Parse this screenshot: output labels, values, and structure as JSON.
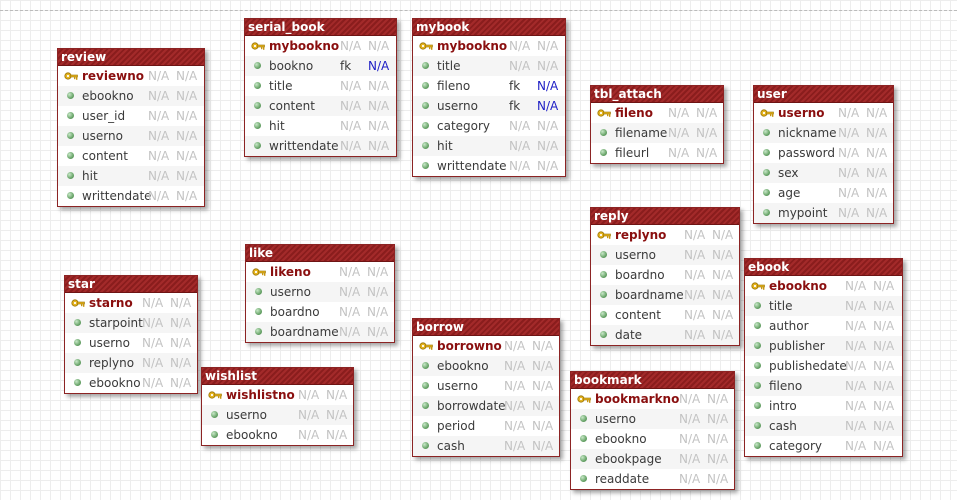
{
  "tables": [
    {
      "id": "review",
      "name": "review",
      "columns": [
        {
          "name": "reviewno",
          "pk": true,
          "type": "N/A",
          "null": "N/A"
        },
        {
          "name": "ebookno",
          "type": "N/A",
          "null": "N/A"
        },
        {
          "name": "user_id",
          "type": "N/A",
          "null": "N/A"
        },
        {
          "name": "userno",
          "type": "N/A",
          "null": "N/A"
        },
        {
          "name": "content",
          "type": "N/A",
          "null": "N/A"
        },
        {
          "name": "hit",
          "type": "N/A",
          "null": "N/A"
        },
        {
          "name": "writtendate",
          "type": "N/A",
          "null": "N/A"
        }
      ]
    },
    {
      "id": "serial_book",
      "name": "serial_book",
      "columns": [
        {
          "name": "mybookno",
          "pk": true,
          "type": "N/A",
          "null": "N/A"
        },
        {
          "name": "bookno",
          "type": "fk",
          "null": "N/A",
          "null_blue": true
        },
        {
          "name": "title",
          "type": "N/A",
          "null": "N/A"
        },
        {
          "name": "content",
          "type": "N/A",
          "null": "N/A"
        },
        {
          "name": "hit",
          "type": "N/A",
          "null": "N/A"
        },
        {
          "name": "writtendate",
          "type": "N/A",
          "null": "N/A"
        }
      ]
    },
    {
      "id": "mybook",
      "name": "mybook",
      "columns": [
        {
          "name": "mybookno",
          "pk": true,
          "type": "N/A",
          "null": "N/A"
        },
        {
          "name": "title",
          "type": "N/A",
          "null": "N/A"
        },
        {
          "name": "fileno",
          "type": "fk",
          "null": "N/A",
          "null_blue": true
        },
        {
          "name": "userno",
          "type": "fk",
          "null": "N/A",
          "null_blue": true
        },
        {
          "name": "category",
          "type": "N/A",
          "null": "N/A"
        },
        {
          "name": "hit",
          "type": "N/A",
          "null": "N/A"
        },
        {
          "name": "writtendate",
          "type": "N/A",
          "null": "N/A"
        }
      ]
    },
    {
      "id": "tbl_attach",
      "name": "tbl_attach",
      "columns": [
        {
          "name": "fileno",
          "pk": true,
          "type": "N/A",
          "null": "N/A"
        },
        {
          "name": "filename",
          "type": "N/A",
          "null": "N/A"
        },
        {
          "name": "fileurl",
          "type": "N/A",
          "null": "N/A"
        }
      ]
    },
    {
      "id": "user",
      "name": "user",
      "columns": [
        {
          "name": "userno",
          "pk": true,
          "type": "N/A",
          "null": "N/A"
        },
        {
          "name": "nickname",
          "type": "N/A",
          "null": "N/A"
        },
        {
          "name": "password",
          "type": "N/A",
          "null": "N/A"
        },
        {
          "name": "sex",
          "type": "N/A",
          "null": "N/A"
        },
        {
          "name": "age",
          "type": "N/A",
          "null": "N/A"
        },
        {
          "name": "mypoint",
          "type": "N/A",
          "null": "N/A"
        }
      ]
    },
    {
      "id": "reply",
      "name": "reply",
      "columns": [
        {
          "name": "replyno",
          "pk": true,
          "type": "N/A",
          "null": "N/A"
        },
        {
          "name": "userno",
          "type": "N/A",
          "null": "N/A"
        },
        {
          "name": "boardno",
          "type": "N/A",
          "null": "N/A"
        },
        {
          "name": "boardname",
          "type": "N/A",
          "null": "N/A"
        },
        {
          "name": "content",
          "type": "N/A",
          "null": "N/A"
        },
        {
          "name": "date",
          "type": "N/A",
          "null": "N/A"
        }
      ]
    },
    {
      "id": "like",
      "name": "like",
      "columns": [
        {
          "name": "likeno",
          "pk": true,
          "type": "N/A",
          "null": "N/A"
        },
        {
          "name": "userno",
          "type": "N/A",
          "null": "N/A"
        },
        {
          "name": "boardno",
          "type": "N/A",
          "null": "N/A"
        },
        {
          "name": "boardname",
          "type": "N/A",
          "null": "N/A"
        }
      ]
    },
    {
      "id": "star",
      "name": "star",
      "columns": [
        {
          "name": "starno",
          "pk": true,
          "type": "N/A",
          "null": "N/A"
        },
        {
          "name": "starpoint",
          "type": "N/A",
          "null": "N/A"
        },
        {
          "name": "userno",
          "type": "N/A",
          "null": "N/A"
        },
        {
          "name": "replyno",
          "type": "N/A",
          "null": "N/A"
        },
        {
          "name": "ebookno",
          "type": "N/A",
          "null": "N/A"
        }
      ]
    },
    {
      "id": "ebook",
      "name": "ebook",
      "columns": [
        {
          "name": "ebookno",
          "pk": true,
          "type": "N/A",
          "null": "N/A"
        },
        {
          "name": "title",
          "type": "N/A",
          "null": "N/A"
        },
        {
          "name": "author",
          "type": "N/A",
          "null": "N/A"
        },
        {
          "name": "publisher",
          "type": "N/A",
          "null": "N/A"
        },
        {
          "name": "publishedate",
          "type": "N/A",
          "null": "N/A"
        },
        {
          "name": "fileno",
          "type": "N/A",
          "null": "N/A"
        },
        {
          "name": "intro",
          "type": "N/A",
          "null": "N/A"
        },
        {
          "name": "cash",
          "type": "N/A",
          "null": "N/A"
        },
        {
          "name": "category",
          "type": "N/A",
          "null": "N/A"
        }
      ]
    },
    {
      "id": "borrow",
      "name": "borrow",
      "columns": [
        {
          "name": "borrowno",
          "pk": true,
          "type": "N/A",
          "null": "N/A"
        },
        {
          "name": "ebookno",
          "type": "N/A",
          "null": "N/A"
        },
        {
          "name": "userno",
          "type": "N/A",
          "null": "N/A"
        },
        {
          "name": "borrowdate",
          "type": "N/A",
          "null": "N/A"
        },
        {
          "name": "period",
          "type": "N/A",
          "null": "N/A"
        },
        {
          "name": "cash",
          "type": "N/A",
          "null": "N/A"
        }
      ]
    },
    {
      "id": "wishlist",
      "name": "wishlist",
      "columns": [
        {
          "name": "wishlistno",
          "pk": true,
          "type": "N/A",
          "null": "N/A"
        },
        {
          "name": "userno",
          "type": "N/A",
          "null": "N/A"
        },
        {
          "name": "ebookno",
          "type": "N/A",
          "null": "N/A"
        }
      ]
    },
    {
      "id": "bookmark",
      "name": "bookmark",
      "columns": [
        {
          "name": "bookmarkno",
          "pk": true,
          "type": "N/A",
          "null": "N/A"
        },
        {
          "name": "userno",
          "type": "N/A",
          "null": "N/A"
        },
        {
          "name": "ebookno",
          "type": "N/A",
          "null": "N/A"
        },
        {
          "name": "ebookpage",
          "type": "N/A",
          "null": "N/A"
        },
        {
          "name": "readdate",
          "type": "N/A",
          "null": "N/A"
        }
      ]
    }
  ]
}
